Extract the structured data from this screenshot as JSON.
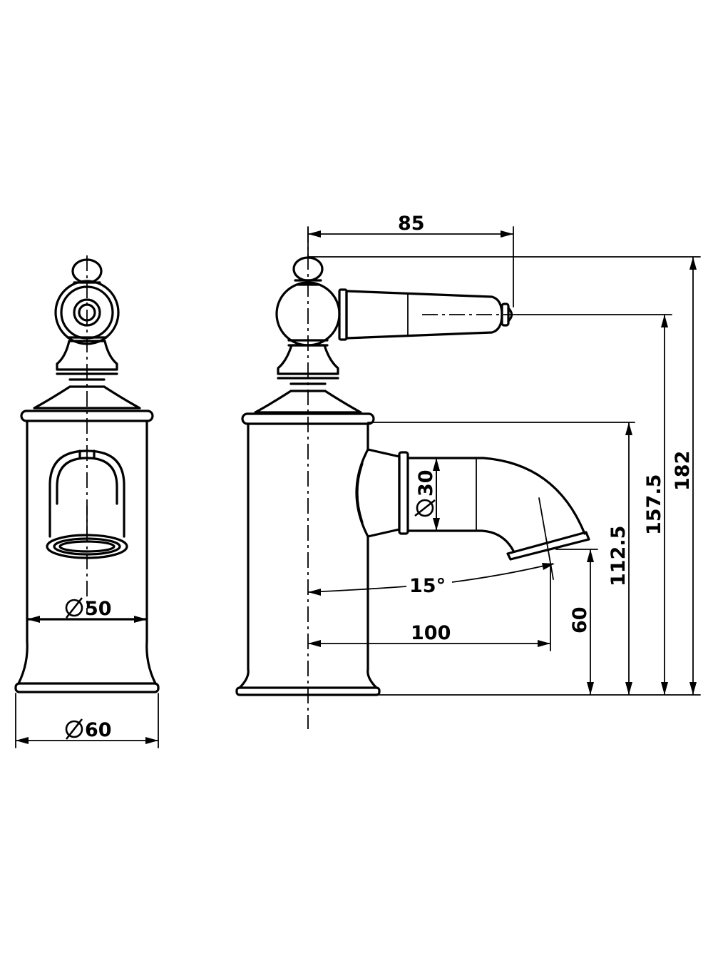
{
  "dimensions": {
    "front_body_diameter": {
      "symbol": "Ø",
      "value": "50"
    },
    "front_base_diameter": {
      "symbol": "Ø",
      "value": "60"
    },
    "spout_diameter": {
      "symbol": "Ø",
      "value": "30"
    },
    "lever_reach": "85",
    "spout_reach": "100",
    "spout_angle": "15°",
    "outlet_height": "60",
    "spout_height": "112.5",
    "lever_height": "157.5",
    "overall_height": "182"
  },
  "colors": {
    "line": "#000000",
    "background": "#ffffff"
  }
}
